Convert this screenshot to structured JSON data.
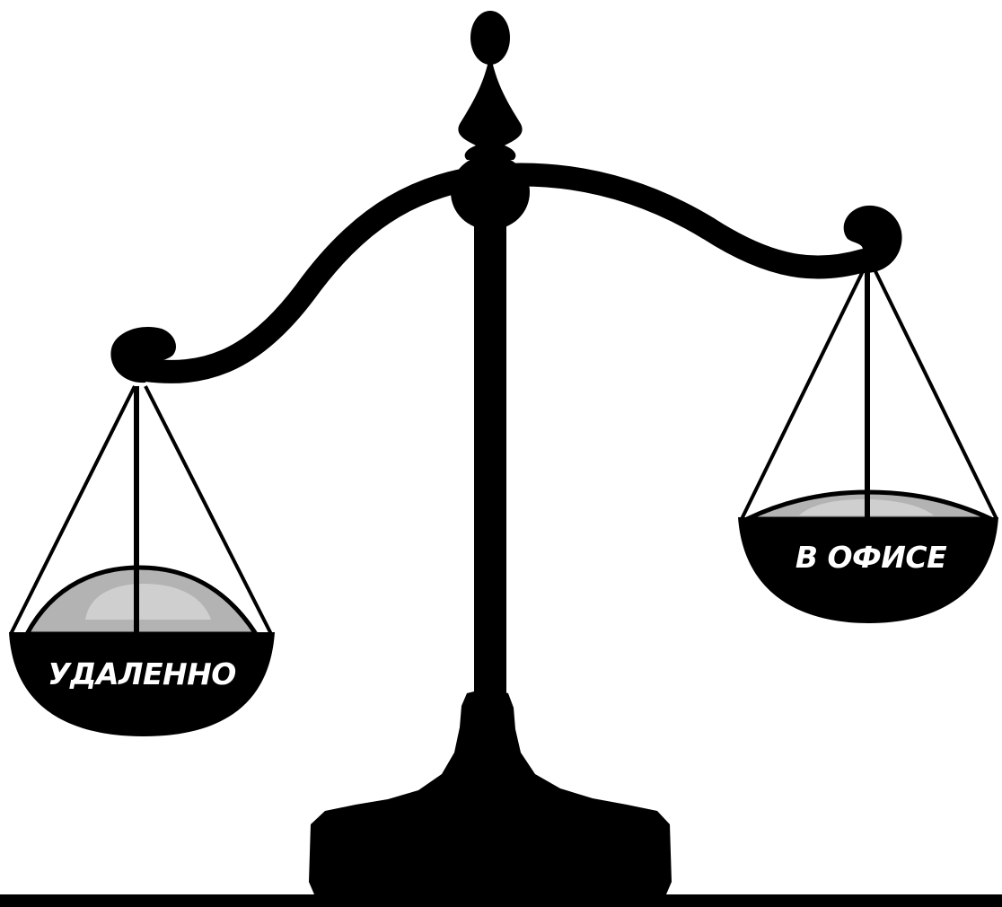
{
  "scale": {
    "left_pan_label": "УДАЛЕННО",
    "right_pan_label": "В ОФИСЕ",
    "tilt": "left pan lower (heavier), right pan higher"
  },
  "colors": {
    "ink": "#000000",
    "background": "#ffffff",
    "pan_contents_fill": "#b3b3b3",
    "pan_contents_highlight": "#cfcfcf",
    "label_text": "#ffffff"
  }
}
